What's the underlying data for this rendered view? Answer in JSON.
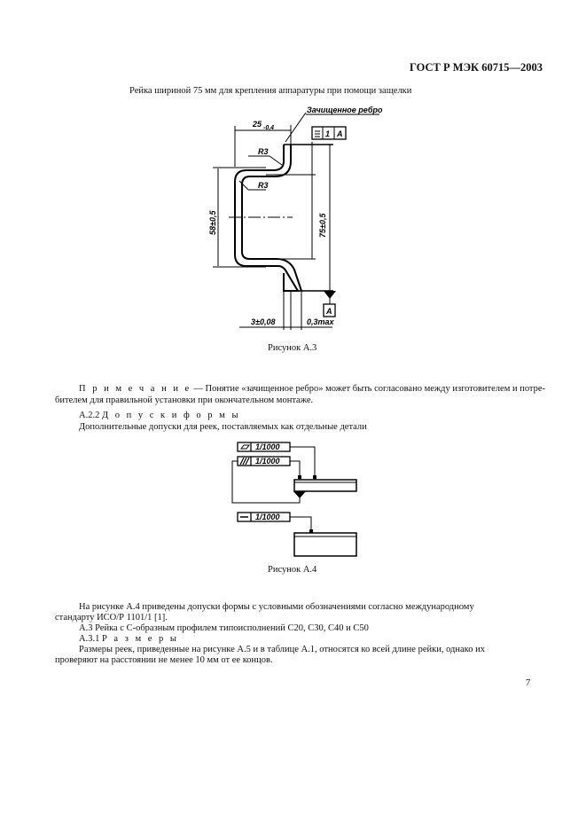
{
  "header": {
    "standard": "ГОСТ Р МЭК 60715—2003"
  },
  "figure_a3": {
    "title": "Рейка шириной 75 мм для крепления аппаратуры при помощи защелки",
    "labels": {
      "deburred_edge": "Зачищенное ребро",
      "width": "25",
      "width_tol": "-0,4",
      "radius_outer": "R3",
      "radius_inner": "R3",
      "height_inner": "58±0,5",
      "height_outer": "75±0,5",
      "thickness": "3±0,08",
      "burr": "0,3max",
      "flatness_symbol": "=",
      "flatness_value": "1",
      "datum": "A",
      "datum_ref": "A"
    },
    "caption": "Рисунок А.3"
  },
  "note": {
    "label": "П р и м е ч а н и е",
    "line1": " — Понятие «зачищенное ребро» может быть согласовано между изготовителем и потре-",
    "line2": "бителем для правильной установки при окончательном монтаже."
  },
  "section_a22": {
    "number": "А.2.2",
    "title": "Д о п у с к и   ф о р м ы",
    "text": "Дополнительные допуски для реек, поставляемых как отдельные детали"
  },
  "figure_a4": {
    "tolerances": [
      {
        "symbol": "flatness",
        "value": "1/1000"
      },
      {
        "symbol": "parallelism",
        "value": "1/1000"
      },
      {
        "symbol": "straightness",
        "value": "1/1000"
      }
    ],
    "caption": "Рисунок А.4"
  },
  "body": {
    "p1_line1": "На рисунке А.4 приведены допуски формы с условными обозначениями согласно международному",
    "p1_line2": "стандарту ИСО/Р 1101/1 [1].",
    "a3_heading": "А.3  Рейка с С-образным профилем типоисполнений С20, С30, С40 и С50",
    "a31_number": "А.3.1",
    "a31_title": "Р а з м е р ы",
    "p2_line1": "Размеры реек, приведенные на рисунке А.5 и в таблице А.1, относятся ко всей длине рейки, однако их",
    "p2_line2": "проверяют на расстоянии не менее 10 мм от ее концов."
  },
  "footer": {
    "page_number": "7"
  }
}
